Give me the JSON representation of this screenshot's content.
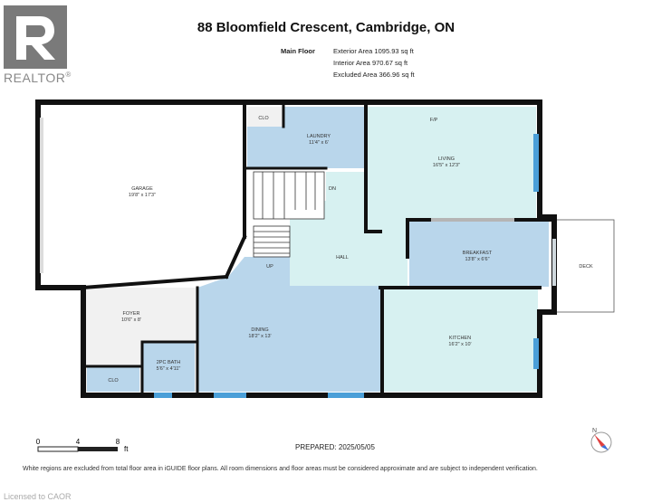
{
  "header": {
    "title": "88 Bloomfield Crescent, Cambridge, ON",
    "area_label": "Main Floor",
    "exterior_area": "Exterior Area 1095.93 sq ft",
    "interior_area": "Interior Area 970.67 sq ft",
    "excluded_area": "Excluded Area 366.96 sq ft"
  },
  "logo": {
    "text": "REALTOR",
    "mark": "®"
  },
  "rooms": {
    "garage": {
      "name": "GARAGE",
      "dims": "19'8\" x 17'3\""
    },
    "laundry": {
      "name": "LAUNDRY",
      "dims": "11'4\" x 6'"
    },
    "clo_top": {
      "name": "CLO"
    },
    "living": {
      "name": "LIVING",
      "dims": "16'5\" x 12'3\""
    },
    "fp": {
      "name": "F/P"
    },
    "dn": {
      "name": "DN"
    },
    "up": {
      "name": "UP"
    },
    "hall": {
      "name": "HALL"
    },
    "breakfast": {
      "name": "BREAKFAST",
      "dims": "13'8\" x 6'6\""
    },
    "deck": {
      "name": "DECK"
    },
    "foyer": {
      "name": "FOYER",
      "dims": "10'6\" x 8'"
    },
    "dining": {
      "name": "DINING",
      "dims": "18'2\" x 13'"
    },
    "kitchen": {
      "name": "KITCHEN",
      "dims": "16'2\" x 10'"
    },
    "bath": {
      "name": "2PC BATH",
      "dims": "5'6\" x 4'11\""
    },
    "clo_bottom": {
      "name": "CLO"
    }
  },
  "scale": {
    "t0": "0",
    "t1": "4",
    "t2": "8",
    "unit": "ft"
  },
  "compass": {
    "label": "N"
  },
  "footer": {
    "prepared": "PREPARED: 2025/05/05",
    "disclaimer": "White regions are excluded from total floor area in iGUIDE floor plans. All room dimensions and floor areas must be considered approximate and are subject to independent verification.",
    "license": "Licensed to CAOR"
  },
  "colors": {
    "garage": "#ffffff",
    "laundry": "#b9d6eb",
    "living": "#d7f1f1",
    "hall": "#d7f1f1",
    "breakfast": "#b9d6eb",
    "foyer": "#f1f1f1",
    "dining": "#b9d6eb",
    "kitchen": "#d7f1f1",
    "bath": "#b9d6eb",
    "window": "#4a9fd8",
    "wall": "#111111"
  }
}
